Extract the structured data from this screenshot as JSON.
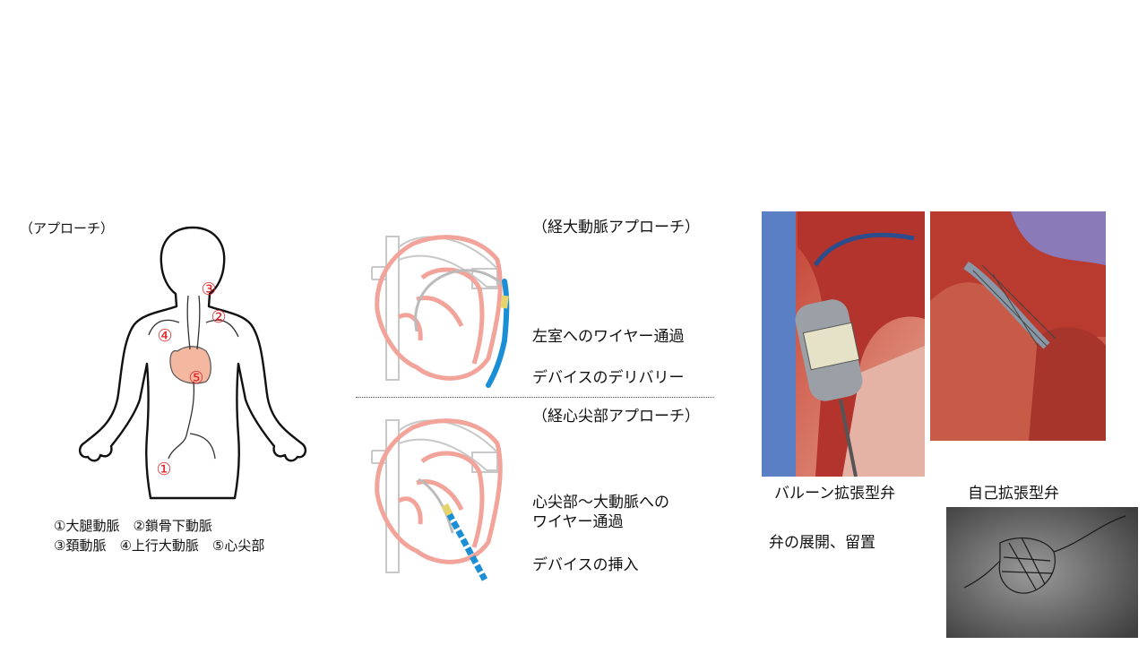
{
  "approach_label": "（アプローチ）",
  "body_markers": [
    "①",
    "②",
    "③",
    "④",
    "⑤"
  ],
  "legend": {
    "line1": "①大腿動脈　②鎖骨下動脈",
    "line2": "③頚動脈　④上行大動脈　⑤心尖部"
  },
  "transaortic": {
    "title": "（経大動脈アプローチ）",
    "step1": "左室へのワイヤー通過",
    "step2": "デバイスのデリバリー"
  },
  "transapical": {
    "title": "（経心尖部アプローチ）",
    "step1_line1": "心尖部〜大動脈への",
    "step1_line2": "ワイヤー通過",
    "step2": "デバイスの挿入"
  },
  "valves": {
    "balloon_label": "バルーン拡張型弁",
    "self_label": "自己拡張型弁",
    "deploy_label": "弁の展開、留置"
  },
  "colors": {
    "marker_red": "#e0262b",
    "heart_fill": "#f4b8a0",
    "heart_line": "#f2a39a",
    "catheter_blue": "#1a8fd6",
    "vessel_gray": "#c8c8c8"
  }
}
